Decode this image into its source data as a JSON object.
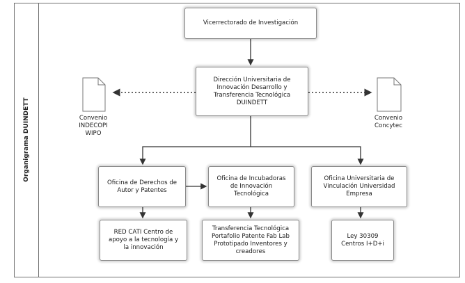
{
  "diagram": {
    "lane_title": "Organigrama DUINDETT",
    "nodes": {
      "vicerrectorado": "Vicerrectorado de Investigación",
      "direccion": "Dirección Universitaria de\nInnovación Desarrollo y\nTransferencia Tecnológica\nDUINDETT",
      "oficina_derechos": "Oficina de Derechos de\nAutor y Patentes",
      "oficina_incubadoras": "Oficina de Incubadoras\nde Innovación\nTecnológica",
      "oficina_vinculacion": "Oficina Universitaria de\nVinculación Universidad\nEmpresa",
      "red_cati": "RED CATI Centro de\napoyo a la tecnología y\nla innovación",
      "transferencia": "Transferencia Tecnológica\nPortafolio Patente Fab Lab\nPrototipado Inventores y\ncreadores",
      "ley": "Ley 30309\nCentros I+D+i"
    },
    "documents": {
      "convenio_left": "Convenio\nINDECOPI\nWIPO",
      "convenio_right": "Convenio\nConcytec"
    }
  }
}
